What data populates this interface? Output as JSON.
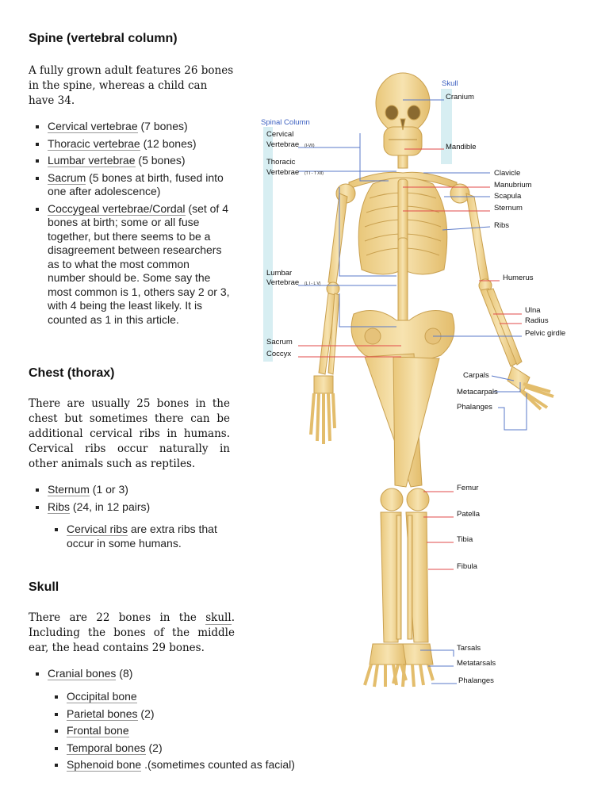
{
  "spine": {
    "heading": "Spine (vertebral column)",
    "intro": "A fully grown adult features 26 bones in the spine, whereas a child can have 34.",
    "items": [
      {
        "link": "Cervical vertebrae",
        "rest": " (7 bones)"
      },
      {
        "link": "Thoracic vertebrae",
        "rest": " (12 bones)"
      },
      {
        "link": "Lumbar vertebrae",
        "rest": " (5 bones)"
      },
      {
        "link": "Sacrum",
        "rest": " (5 bones at birth, fused into one after adolescence)"
      },
      {
        "link": "Coccygeal vertebrae/Cordal",
        "rest": " (set of 4 bones at birth; some or all fuse together, but there seems to be a disagreement between researchers as to what the most common number should be. Some say the most common is 1, others say 2 or 3, with 4 being the least likely. It is counted as 1 in this article."
      }
    ]
  },
  "chest": {
    "heading": "Chest (thorax)",
    "intro": "There are usually 25 bones in the chest but sometimes there can be additional cervical ribs in humans. Cervical ribs occur naturally in other animals such as reptiles.",
    "items": [
      {
        "link": "Sternum",
        "rest": " (1 or 3)"
      },
      {
        "link": "Ribs",
        "rest": " (24, in 12 pairs)"
      }
    ],
    "subitems": [
      {
        "link": "Cervical ribs",
        "rest": " are extra ribs that occur in some humans."
      }
    ]
  },
  "skull": {
    "heading": "Skull",
    "intro_pre": "There are 22 bones in the ",
    "intro_link": "skull",
    "intro_post": ". Including the bones of the middle ear, the head contains 29 bones.",
    "items": [
      {
        "link": "Cranial bones",
        "rest": " (8)"
      }
    ],
    "subitems": [
      {
        "link": "Occipital bone",
        "rest": ""
      },
      {
        "link": "Parietal bones",
        "rest": " (2)"
      },
      {
        "link": "Frontal bone",
        "rest": ""
      },
      {
        "link": "Temporal bones",
        "rest": " (2)"
      },
      {
        "link": "Sphenoid bone",
        "rest": " .(sometimes counted as facial)"
      }
    ]
  },
  "diagram": {
    "group_skull": "Skull",
    "group_spinal": "Spinal Column",
    "cervical_1": "Cervical",
    "cervical_2": "Vertebrae",
    "cervical_small": "(I-VII)",
    "thoracic_1": "Thoracic",
    "thoracic_2": "Vertebrae",
    "thoracic_small": "(T I - T XII)",
    "lumbar_1": "Lumbar",
    "lumbar_2": "Vertebrae",
    "lumbar_small": "(L I - L V)",
    "sacrum": "Sacrum",
    "coccyx": "Coccyx",
    "cranium": "Cranium",
    "mandible": "Mandible",
    "clavicle": "Clavicle",
    "manubrium": "Manubrium",
    "scapula": "Scapula",
    "sternum": "Sternum",
    "ribs": "Ribs",
    "humerus": "Humerus",
    "ulna": "Ulna",
    "radius": "Radius",
    "pelvic": "Pelvic girdle",
    "carpals": "Carpals",
    "metacarpals": "Metacarpals",
    "phalanges_hand": "Phalanges",
    "femur": "Femur",
    "patella": "Patella",
    "tibia": "Tibia",
    "fibula": "Fibula",
    "tarsals": "Tarsals",
    "metatarsals": "Metatarsals",
    "phalanges_foot": "Phalanges"
  }
}
